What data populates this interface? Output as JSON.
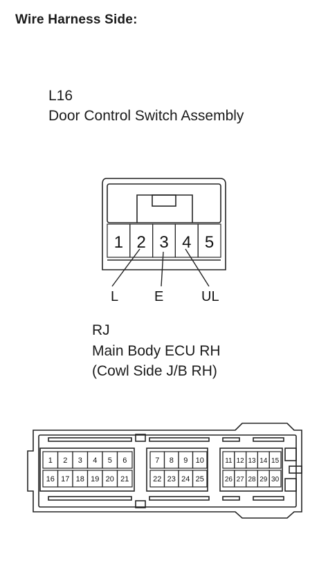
{
  "title": "Wire Harness Side:",
  "connector_l16": {
    "code": "L16",
    "name": "Door Control Switch Assembly",
    "pins": [
      "1",
      "2",
      "3",
      "4",
      "5"
    ],
    "wires": [
      {
        "pin": "2",
        "label": "L"
      },
      {
        "pin": "3",
        "label": "E"
      },
      {
        "pin": "4",
        "label": "UL"
      }
    ]
  },
  "connector_rj": {
    "code": "RJ",
    "name": "Main Body ECU RH",
    "subname": "(Cowl Side J/B RH)",
    "block_a": {
      "top": [
        "1",
        "2",
        "3",
        "4",
        "5",
        "6"
      ],
      "bottom": [
        "16",
        "17",
        "18",
        "19",
        "20",
        "21"
      ]
    },
    "block_b": {
      "top": [
        "7",
        "8",
        "9",
        "10"
      ],
      "bottom": [
        "22",
        "23",
        "24",
        "25"
      ]
    },
    "block_c": {
      "top": [
        "11",
        "12",
        "13",
        "14",
        "15"
      ],
      "bottom": [
        "26",
        "27",
        "28",
        "29",
        "30"
      ]
    }
  }
}
